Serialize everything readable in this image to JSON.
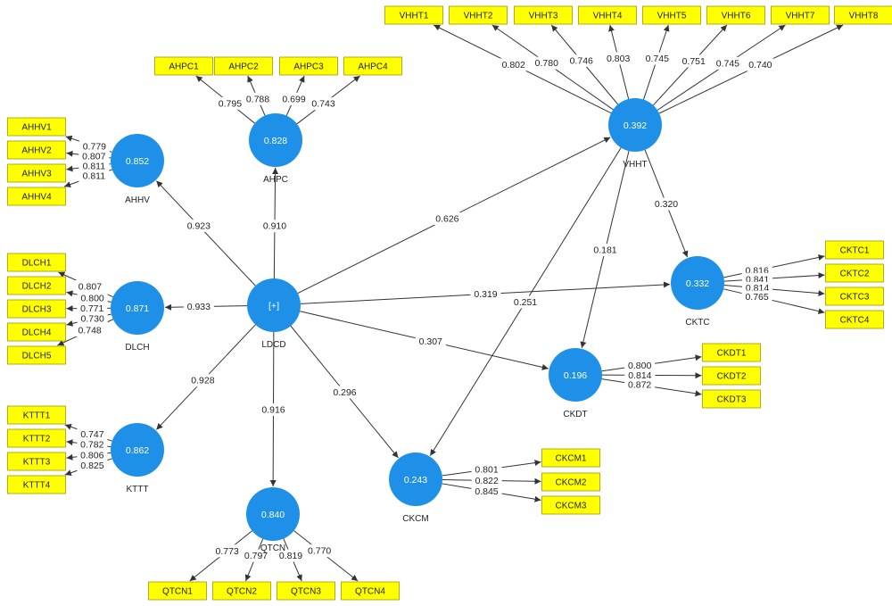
{
  "colors": {
    "construct_fill": "#1e90e8",
    "indicator_fill": "#ffff00",
    "indicator_border": "#9a9a00",
    "arrow": "#333333"
  },
  "constructs": [
    {
      "id": "LDCD",
      "name": "LDCD",
      "value": "[+]"
    },
    {
      "id": "AHHV",
      "name": "AHHV",
      "value": "0.852"
    },
    {
      "id": "AHPC",
      "name": "AHPC",
      "value": "0.828"
    },
    {
      "id": "DLCH",
      "name": "DLCH",
      "value": "0.871"
    },
    {
      "id": "KTTT",
      "name": "KTTT",
      "value": "0.862"
    },
    {
      "id": "QTCN",
      "name": "QTCN",
      "value": "0.840"
    },
    {
      "id": "CKCM",
      "name": "CKCM",
      "value": "0.243"
    },
    {
      "id": "CKDT",
      "name": "CKDT",
      "value": "0.196"
    },
    {
      "id": "CKTC",
      "name": "CKTC",
      "value": "0.332"
    },
    {
      "id": "VHHT",
      "name": "VHHT",
      "value": "0.392"
    }
  ],
  "paths": [
    {
      "from": "LDCD",
      "to": "AHHV",
      "coef": "0.923"
    },
    {
      "from": "LDCD",
      "to": "AHPC",
      "coef": "0.910"
    },
    {
      "from": "LDCD",
      "to": "DLCH",
      "coef": "0.933"
    },
    {
      "from": "LDCD",
      "to": "KTTT",
      "coef": "0.928"
    },
    {
      "from": "LDCD",
      "to": "QTCN",
      "coef": "0.916"
    },
    {
      "from": "LDCD",
      "to": "VHHT",
      "coef": "0.626"
    },
    {
      "from": "LDCD",
      "to": "CKTC",
      "coef": "0.319"
    },
    {
      "from": "LDCD",
      "to": "CKDT",
      "coef": "0.307"
    },
    {
      "from": "LDCD",
      "to": "CKCM",
      "coef": "0.296"
    },
    {
      "from": "VHHT",
      "to": "CKTC",
      "coef": "0.320"
    },
    {
      "from": "VHHT",
      "to": "CKDT",
      "coef": "0.181"
    },
    {
      "from": "VHHT",
      "to": "CKCM",
      "coef": "0.251"
    }
  ],
  "indicators": [
    {
      "id": "AHHV1",
      "construct": "AHHV",
      "loading": "0.779"
    },
    {
      "id": "AHHV2",
      "construct": "AHHV",
      "loading": "0.807"
    },
    {
      "id": "AHHV3",
      "construct": "AHHV",
      "loading": "0.811"
    },
    {
      "id": "AHHV4",
      "construct": "AHHV",
      "loading": "0.811"
    },
    {
      "id": "AHPC1",
      "construct": "AHPC",
      "loading": "0.795"
    },
    {
      "id": "AHPC2",
      "construct": "AHPC",
      "loading": "0.788"
    },
    {
      "id": "AHPC3",
      "construct": "AHPC",
      "loading": "0.699"
    },
    {
      "id": "AHPC4",
      "construct": "AHPC",
      "loading": "0.743"
    },
    {
      "id": "DLCH1",
      "construct": "DLCH",
      "loading": "0.807"
    },
    {
      "id": "DLCH2",
      "construct": "DLCH",
      "loading": "0.800"
    },
    {
      "id": "DLCH3",
      "construct": "DLCH",
      "loading": "0.771"
    },
    {
      "id": "DLCH4",
      "construct": "DLCH",
      "loading": "0.730"
    },
    {
      "id": "DLCH5",
      "construct": "DLCH",
      "loading": "0.748"
    },
    {
      "id": "KTTT1",
      "construct": "KTTT",
      "loading": "0.747"
    },
    {
      "id": "KTTT2",
      "construct": "KTTT",
      "loading": "0.782"
    },
    {
      "id": "KTTT3",
      "construct": "KTTT",
      "loading": "0.806"
    },
    {
      "id": "KTTT4",
      "construct": "KTTT",
      "loading": "0.825"
    },
    {
      "id": "QTCN1",
      "construct": "QTCN",
      "loading": "0.773"
    },
    {
      "id": "QTCN2",
      "construct": "QTCN",
      "loading": "0.797"
    },
    {
      "id": "QTCN3",
      "construct": "QTCN",
      "loading": "0.819"
    },
    {
      "id": "QTCN4",
      "construct": "QTCN",
      "loading": "0.770"
    },
    {
      "id": "CKCM1",
      "construct": "CKCM",
      "loading": "0.801"
    },
    {
      "id": "CKCM2",
      "construct": "CKCM",
      "loading": "0.822"
    },
    {
      "id": "CKCM3",
      "construct": "CKCM",
      "loading": "0.845"
    },
    {
      "id": "CKDT1",
      "construct": "CKDT",
      "loading": "0.800"
    },
    {
      "id": "CKDT2",
      "construct": "CKDT",
      "loading": "0.814"
    },
    {
      "id": "CKDT3",
      "construct": "CKDT",
      "loading": "0.872"
    },
    {
      "id": "CKTC1",
      "construct": "CKTC",
      "loading": "0.816"
    },
    {
      "id": "CKTC2",
      "construct": "CKTC",
      "loading": "0.841"
    },
    {
      "id": "CKTC3",
      "construct": "CKTC",
      "loading": "0.814"
    },
    {
      "id": "CKTC4",
      "construct": "CKTC",
      "loading": "0.765"
    },
    {
      "id": "VHHT1",
      "construct": "VHHT",
      "loading": "0.802"
    },
    {
      "id": "VHHT2",
      "construct": "VHHT",
      "loading": "0.780"
    },
    {
      "id": "VHHT3",
      "construct": "VHHT",
      "loading": "0.746"
    },
    {
      "id": "VHHT4",
      "construct": "VHHT",
      "loading": "0.803"
    },
    {
      "id": "VHHT5",
      "construct": "VHHT",
      "loading": "0.745"
    },
    {
      "id": "VHHT6",
      "construct": "VHHT",
      "loading": "0.751"
    },
    {
      "id": "VHHT7",
      "construct": "VHHT",
      "loading": "0.745"
    },
    {
      "id": "VHHT8",
      "construct": "VHHT",
      "loading": "0.740"
    }
  ]
}
